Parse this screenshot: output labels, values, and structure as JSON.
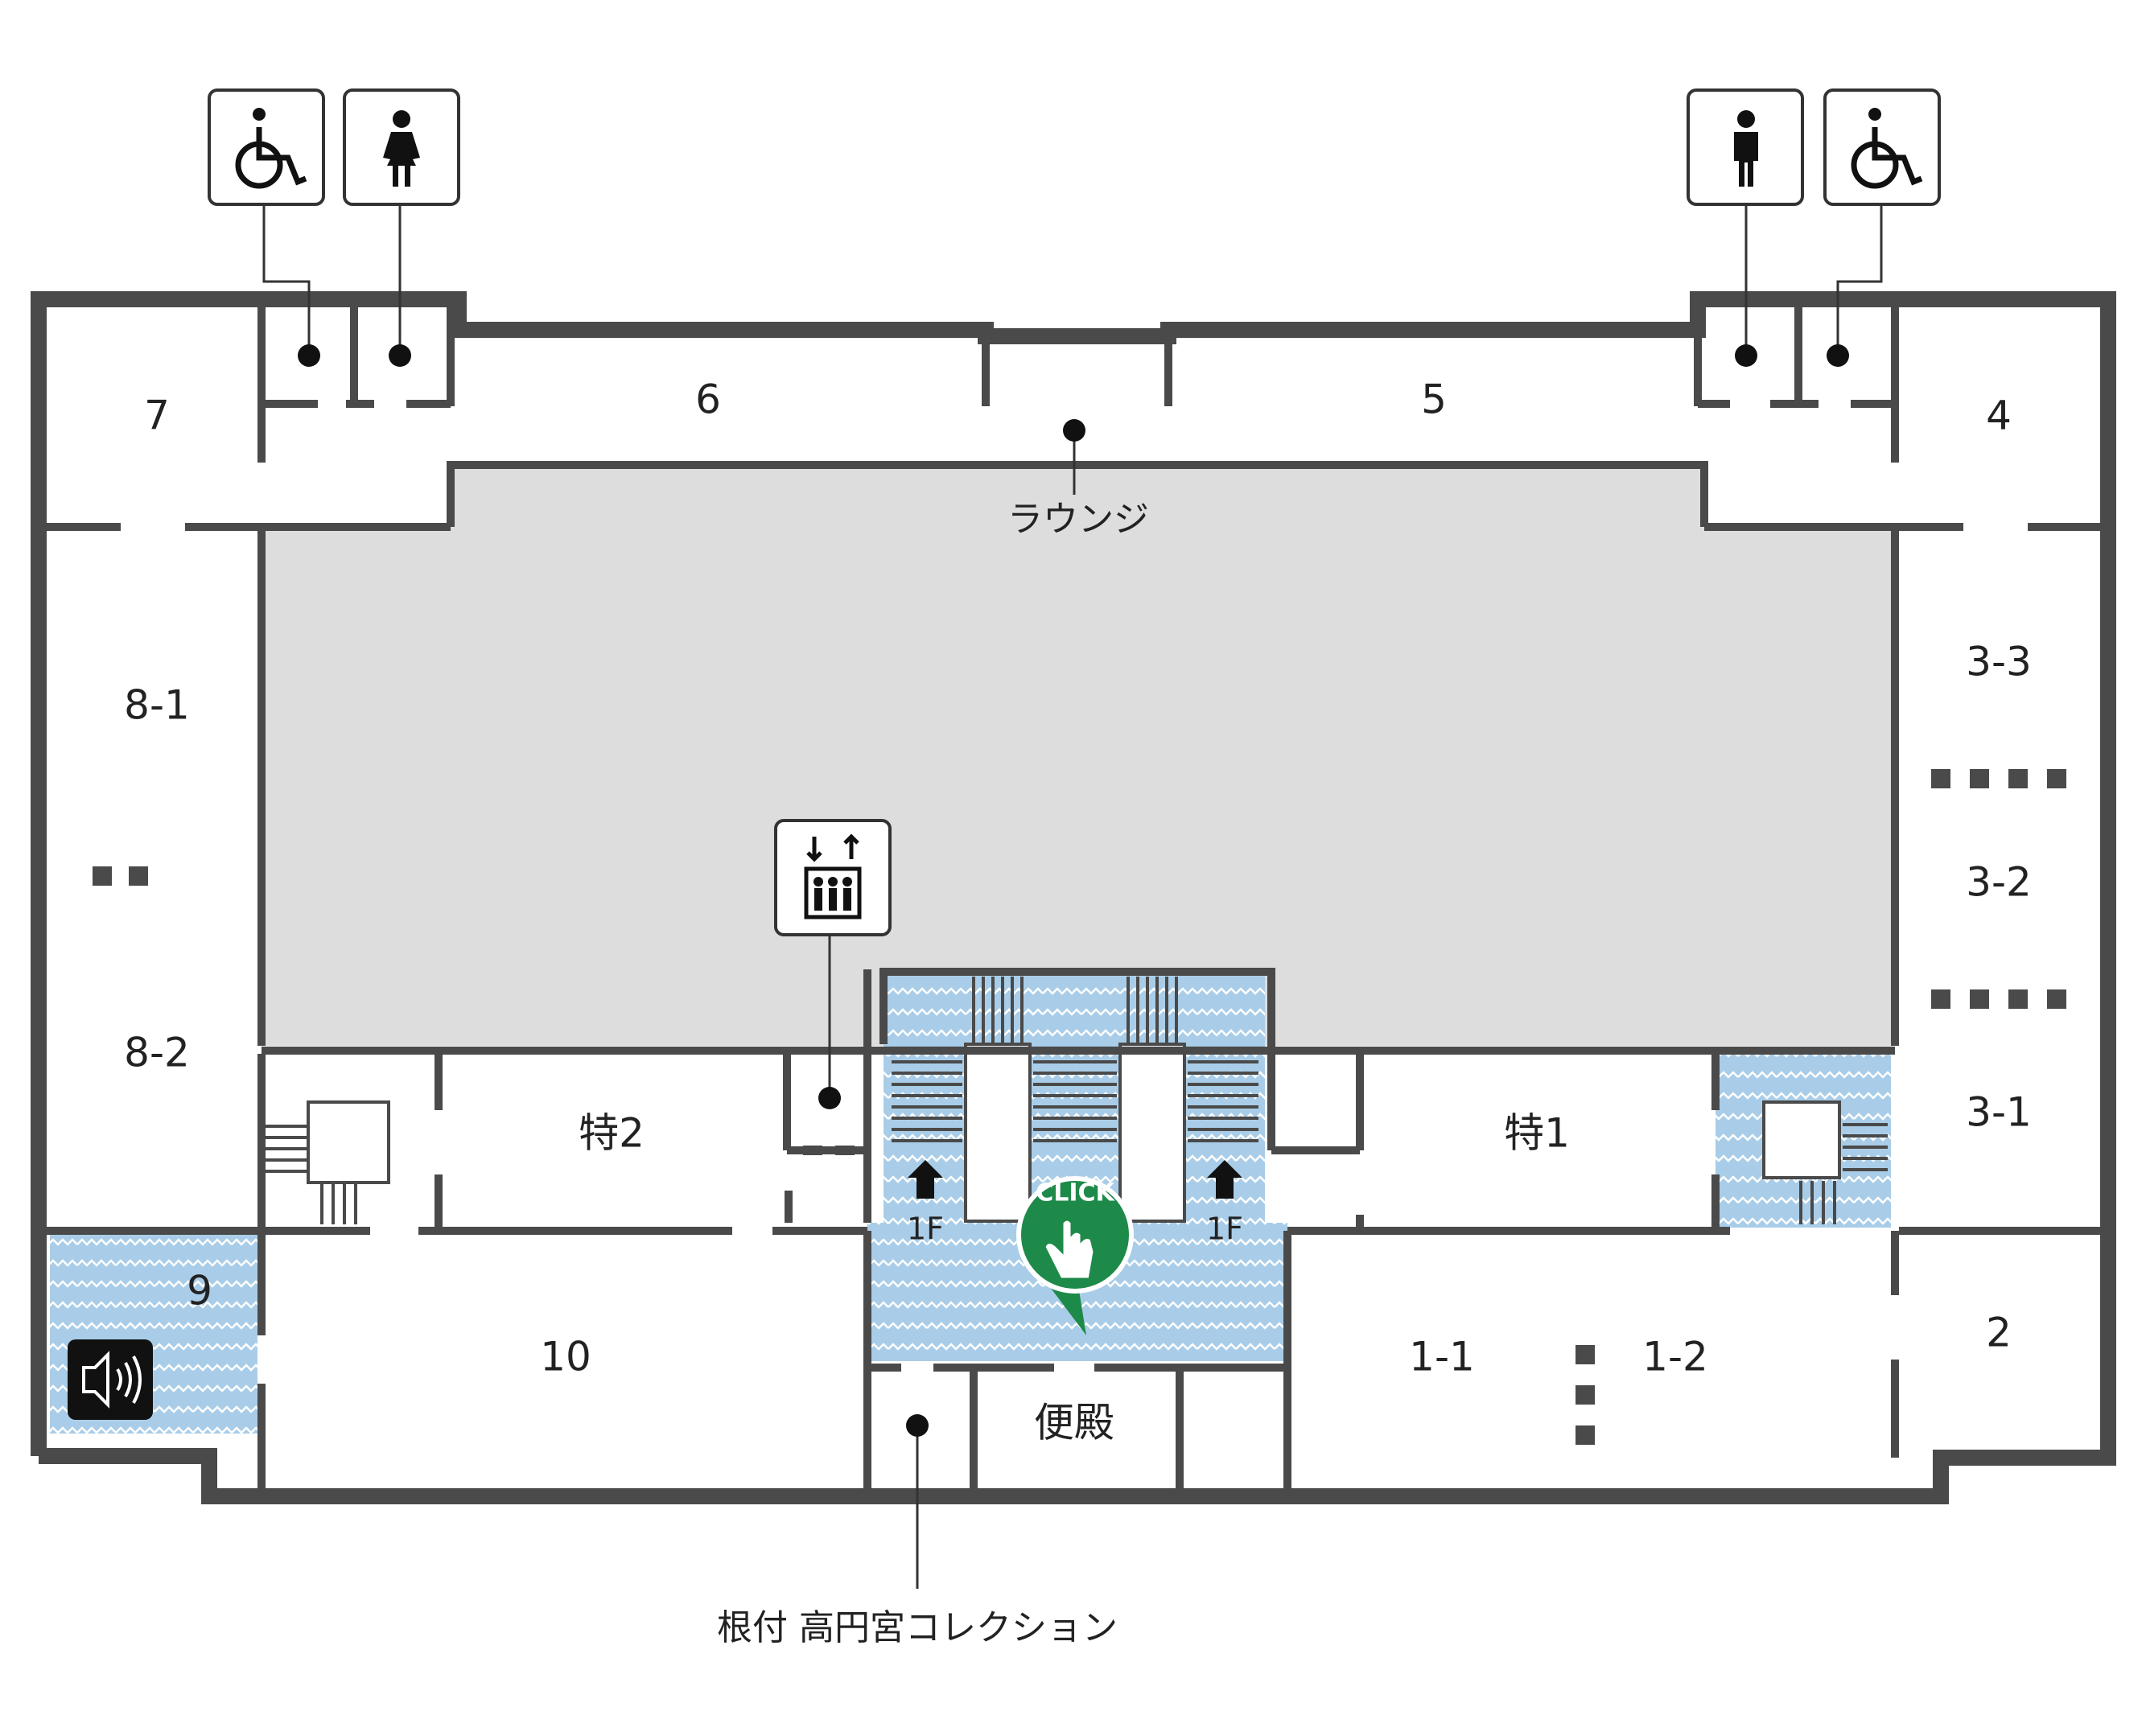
{
  "colors": {
    "wall": "#4a4a4a",
    "lounge_fill": "#dddddd",
    "water_fill": "#a9cde8",
    "accent_green": "#1e8a4a",
    "audio_bg": "#111111"
  },
  "rooms": {
    "r7": "7",
    "r6": "6",
    "r5": "5",
    "r4": "4",
    "r81": "8-1",
    "r82": "8-2",
    "r33": "3-3",
    "r32": "3-2",
    "r31": "3-1",
    "toku2": "特2",
    "toku1": "特1",
    "r9": "9",
    "r10": "10",
    "r11": "1-1",
    "r12": "1-2",
    "r2": "2",
    "binden": "便殿"
  },
  "labels": {
    "lounge": "ラウンジ",
    "collection": "根付 高円宮コレクション",
    "stairs_left": "1F",
    "stairs_right": "1F",
    "click": "CLICK"
  },
  "icons": {
    "toilet_accessible_left": "wheelchair-icon",
    "toilet_women": "woman-icon",
    "toilet_men": "man-icon",
    "toilet_accessible_right": "wheelchair-icon",
    "elevator": "elevator-icon",
    "audio_guide": "speaker-icon",
    "click_marker": "pointing-hand-icon"
  }
}
